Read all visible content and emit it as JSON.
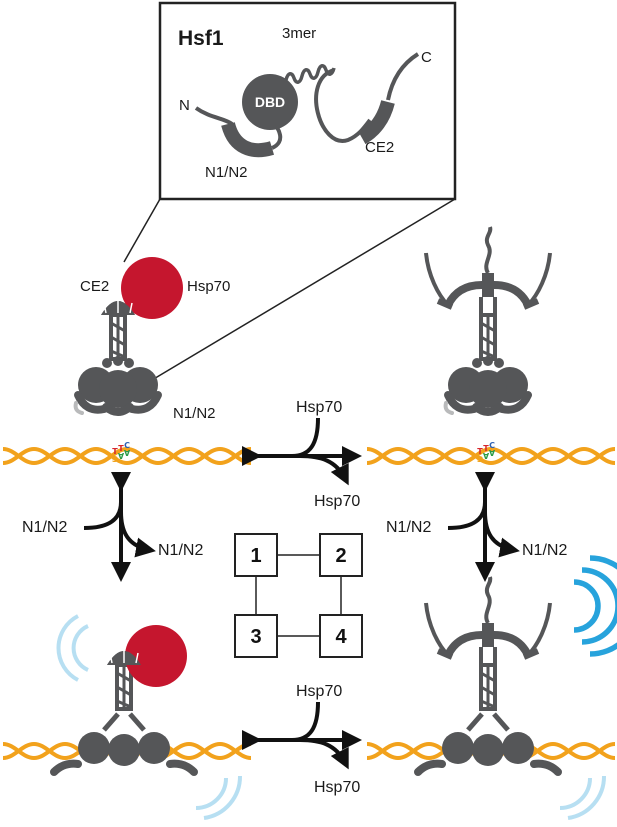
{
  "inset": {
    "title": "Hsf1",
    "dbd": "DBD",
    "trimer": "3mer",
    "n_term": "N",
    "c_term": "C",
    "n1n2": "N1/N2",
    "ce2": "CE2"
  },
  "state1": {
    "ce2": "CE2",
    "hsp70": "Hsp70",
    "n1n2": "N1/N2"
  },
  "exchange_top": {
    "in": "Hsp70",
    "out": "Hsp70"
  },
  "exchange_bottom": {
    "in": "Hsp70",
    "out": "Hsp70"
  },
  "binding_left": {
    "in": "N1/N2",
    "out": "N1/N2"
  },
  "binding_right": {
    "in": "N1/N2",
    "out": "N1/N2"
  },
  "states": [
    "1",
    "2",
    "3",
    "4"
  ],
  "dna_motif": [
    "T",
    "T",
    "C",
    "G",
    "A",
    "A"
  ],
  "colors": {
    "protein": "#555658",
    "hsp70": "#c5162e",
    "dna": "#f2a21c",
    "signal_strong": "#27a3dc",
    "signal_weak": "#b7dff2",
    "motif_t": "#d8262a",
    "motif_c": "#2b5fb2",
    "motif_g": "#f0a21a",
    "motif_a": "#2a9a46"
  }
}
